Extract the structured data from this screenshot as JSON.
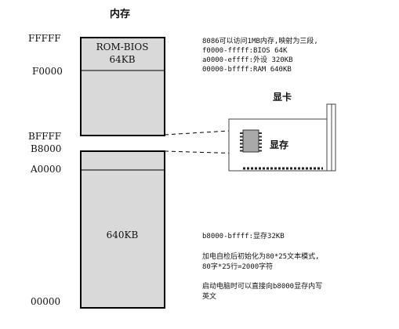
{
  "memory": {
    "title": "内存",
    "addresses": {
      "top": "FFFFF",
      "f0000": "F0000",
      "bffff": "BFFFF",
      "b8000": "B8000",
      "a0000": "A0000",
      "bottom": "00000"
    },
    "rom_bios": {
      "line1": "ROM-BIOS",
      "line2": "64KB"
    },
    "ram_label": "640KB"
  },
  "video_card": {
    "title": "显卡",
    "chip_label": "显存"
  },
  "notes_top": [
    "8086可以访问1MB内存,映射为三段,",
    "f0000-fffff:BIOS 64K",
    "a0000-effff:外设 320KB",
    "00000-bffff:RAM  640KB"
  ],
  "notes_bottom": {
    "range": "b8000-bffff:显存32KB",
    "init_line1": "加电自检后初始化为80*25文本模式,",
    "init_line2": "80字*25行=2000字符",
    "boot_line1": "启动电脑时可以直接向b8000显存内写",
    "boot_line2": "英文"
  },
  "colors": {
    "block_fill": "#d9d9d9",
    "stroke": "#000000",
    "chip_fill": "#a9a9a9",
    "text": "#111111"
  }
}
